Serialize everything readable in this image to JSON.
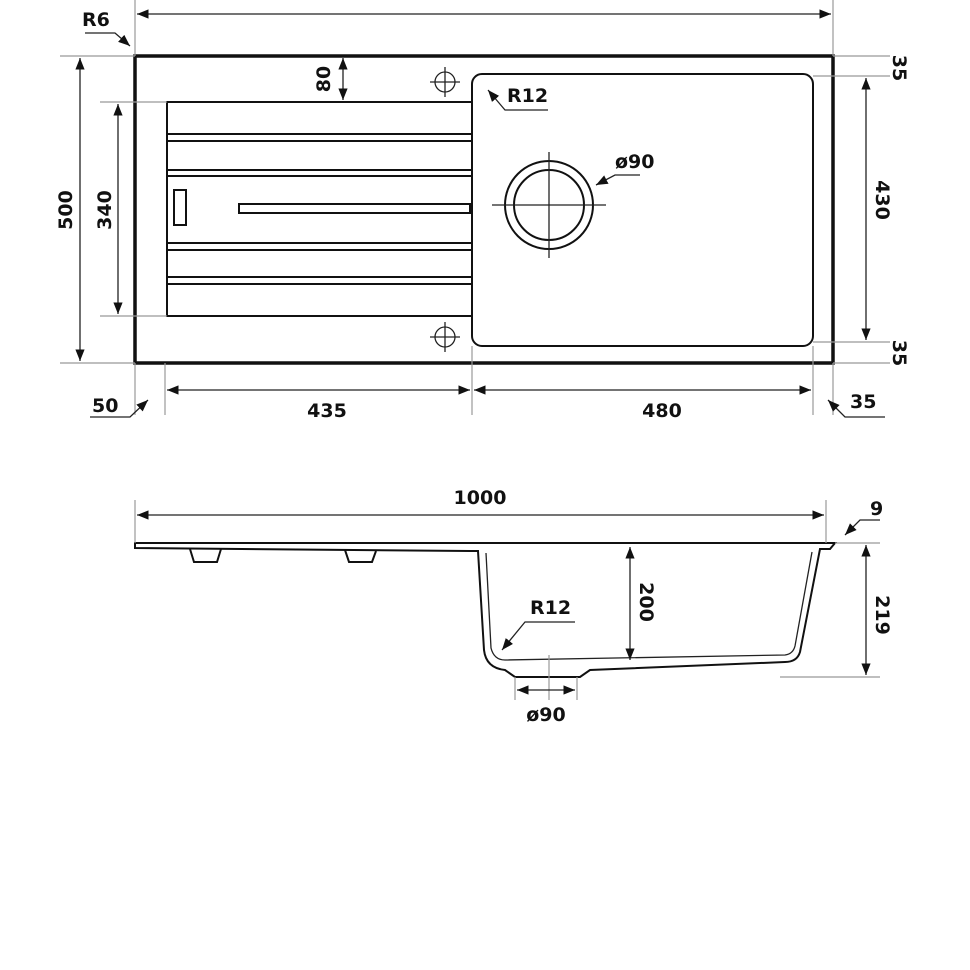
{
  "top_view": {
    "corner_radius": "R6",
    "drainer_offset_top": "80",
    "bowl_radius": "R12",
    "bowl_margin_top": "35",
    "overall_depth": "500",
    "drainer_depth": "340",
    "drain_diameter": "ø90",
    "bowl_length": "430",
    "bowl_margin_bottom": "35",
    "left_margin": "50",
    "drainer_length": "435",
    "bowl_width": "480",
    "right_margin": "35"
  },
  "side_view": {
    "overall_width": "1000",
    "rim_thickness": "9",
    "bowl_depth": "200",
    "total_height": "219",
    "bowl_radius": "R12",
    "drain_diameter": "ø90"
  }
}
